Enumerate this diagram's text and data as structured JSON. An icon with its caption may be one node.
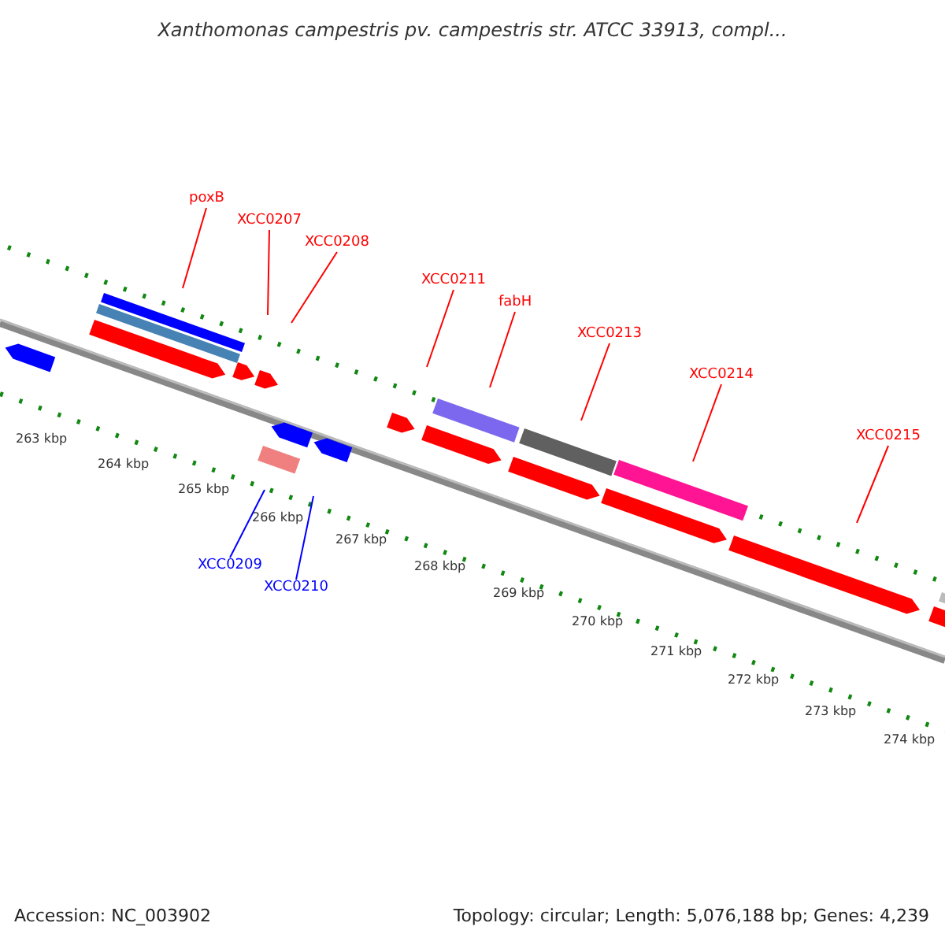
{
  "diagram": {
    "title": "Xanthomonas campestris pv. campestris str. ATCC 33913, compl...",
    "nodes": [
      {
        "text": [
          "poxB"
        ]
      },
      {
        "text": [
          "XCC0207"
        ]
      },
      {
        "text": [
          "XCC0208"
        ]
      },
      {
        "text": [
          "XCC0211"
        ]
      },
      {
        "text": [
          "fabH"
        ]
      },
      {
        "text": [
          "XCC0213"
        ]
      },
      {
        "text": [
          "XCC0214"
        ]
      },
      {
        "text": [
          "XCC0215"
        ]
      },
      {
        "text": [
          "XCC0209"
        ]
      },
      {
        "text": [
          "XCC0210"
        ]
      }
    ],
    "edges": [
      {
        "from": 0,
        "to": null,
        "arrow": "none"
      },
      {
        "from": 1,
        "to": null,
        "arrow": "none"
      },
      {
        "from": 2,
        "to": null,
        "arrow": "none"
      },
      {
        "from": 3,
        "to": null,
        "arrow": "none"
      },
      {
        "from": 4,
        "to": null,
        "arrow": "none"
      },
      {
        "from": 5,
        "to": null,
        "arrow": "none"
      },
      {
        "from": 6,
        "to": null,
        "arrow": "none"
      },
      {
        "from": 7,
        "to": null,
        "arrow": "none",
        "color": "#ff0000"
      },
      {
        "from": 8,
        "to": null,
        "arrow": "none",
        "color": "#0000ff"
      },
      {
        "from": 9,
        "to": null,
        "arrow": "none",
        "color": "#0000ff"
      }
    ],
    "labels": [
      "263 kbp",
      "264 kbp",
      "265 kbp",
      "266 kbp",
      "267 kbp",
      "268 kbp",
      "269 kbp",
      "270 kbp",
      "271 kbp",
      "272 kbp",
      "273 kbp",
      "274 kbp",
      "Accession: NC_003902",
      "Topology: circular; Length: 5,076,188 bp; Genes: 4,239"
    ]
  }
}
